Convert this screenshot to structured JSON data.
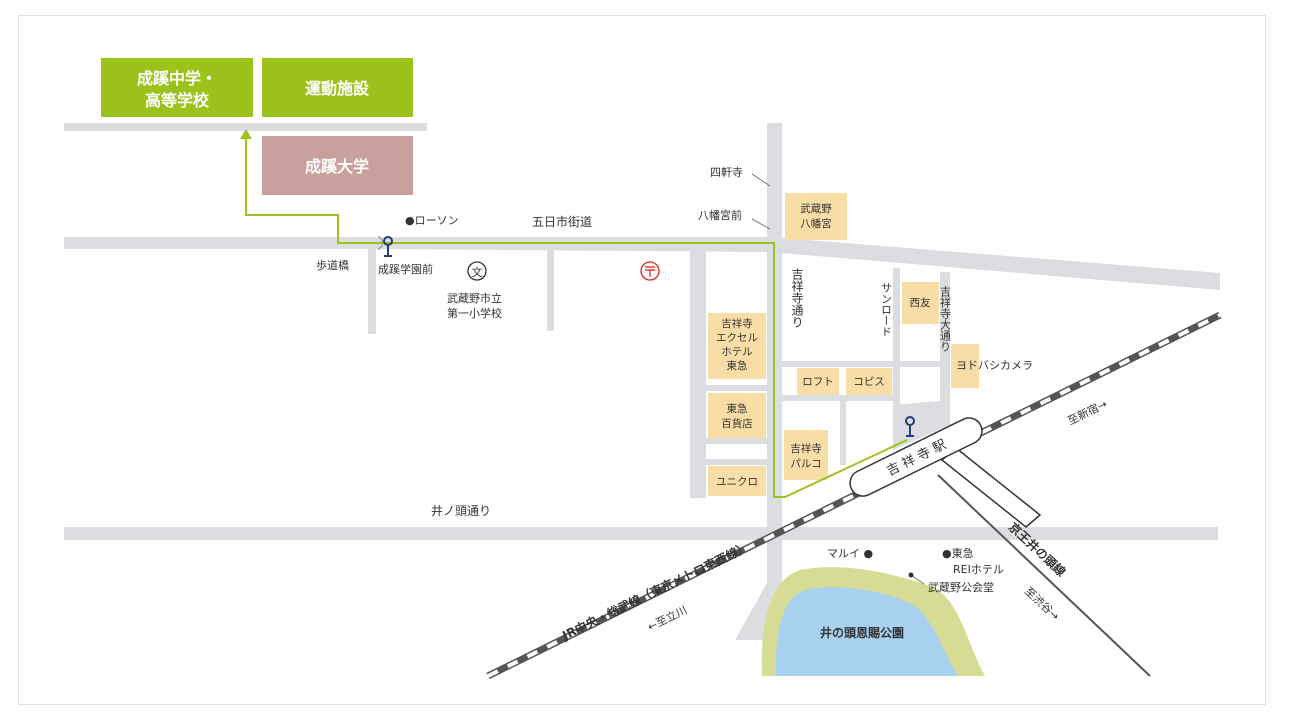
{
  "campus": {
    "junior_high_line1": "成蹊中学・",
    "junior_high_line2": "高等学校",
    "sports": "運動施設",
    "university": "成蹊大学"
  },
  "labels": {
    "lawson": "●ローソン",
    "itsukaichi": "五日市街道",
    "hodokyo": "歩道橋",
    "bus_seikei": "成蹊学園前",
    "school_line1": "武蔵野市立",
    "school_line2": "第一小学校",
    "shikenji": "四軒寺",
    "hachimangu_mae": "八幡宮前",
    "hachimangu_line1": "武蔵野",
    "hachimangu_line2": "八幡宮",
    "kichijoji_dori": "吉祥寺通り",
    "sunroad": "サンロード",
    "seiyu": "西友",
    "kichijoji_odori": "吉祥寺大通り",
    "yodobashi": "ヨドバシカメラ",
    "excel_line1": "吉祥寺",
    "excel_line2": "エクセル",
    "excel_line3": "ホテル",
    "excel_line4": "東急",
    "loft": "ロフト",
    "copice": "コピス",
    "tokyu_dept_line1": "東急",
    "tokyu_dept_line2": "百貨店",
    "parco_line1": "吉祥寺",
    "parco_line2": "パルコ",
    "uniqlo": "ユニクロ",
    "station": "吉 祥 寺 駅",
    "to_shinjuku": "至新宿→",
    "inokashira_dori": "井ノ頭通り",
    "jr_line": "JR中央・総武線（東京メトロ東西線）",
    "to_tachikawa": "←至立川",
    "keio_line": "京王井の頭線",
    "to_shibuya": "至渋谷→",
    "marui": "マルイ ●",
    "rei_line1": "●東急",
    "rei_line2": "REIホテル",
    "kokaido": "武蔵野公会堂",
    "park": "井の頭恩賜公園"
  },
  "colors": {
    "green": "#9bc31c",
    "university": "#c9a19c",
    "block": "#f8dea6",
    "road": "#dcdde0",
    "park_edge": "#d6dc94",
    "park_water": "#a8d0ef",
    "bus_stop": "#2b3b73",
    "post": "#e2261f"
  },
  "icons": [
    "bus-stop-icon",
    "school-icon",
    "post-office-icon",
    "arrow-up-icon"
  ]
}
